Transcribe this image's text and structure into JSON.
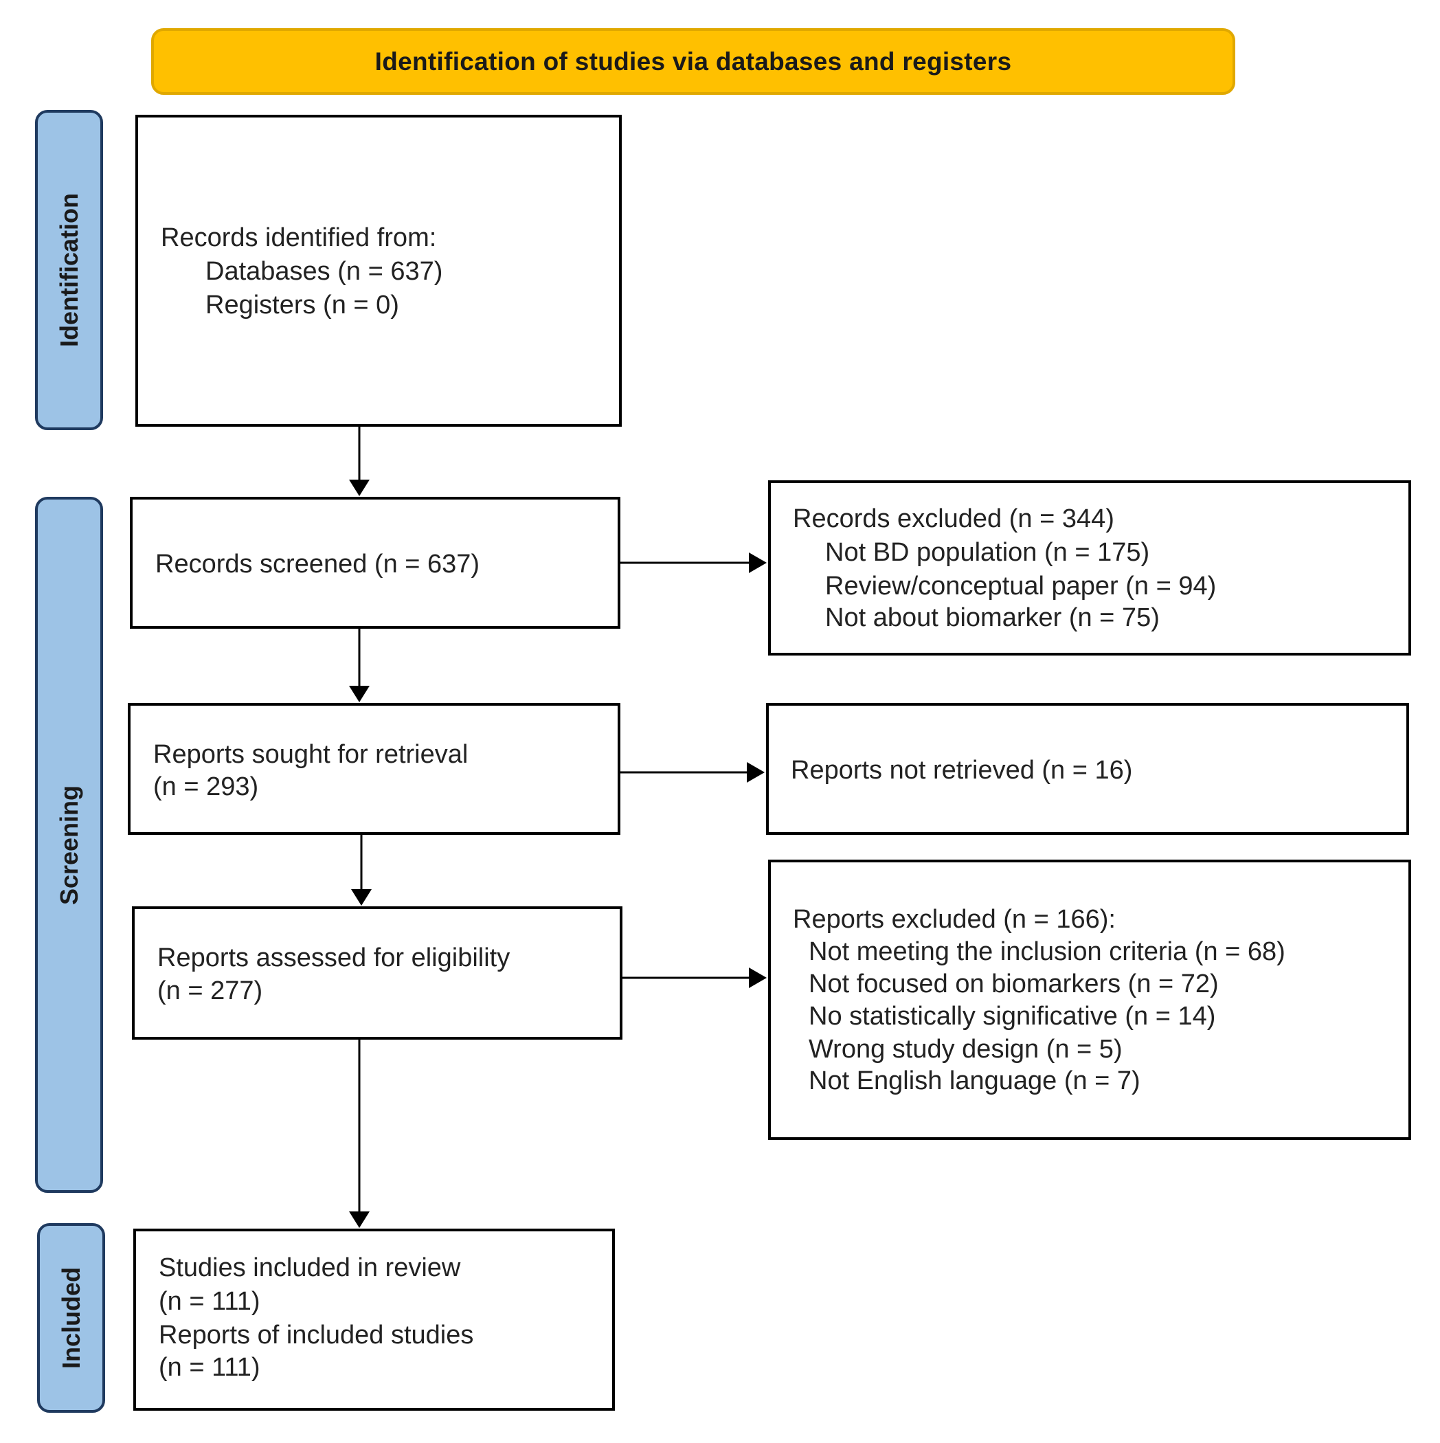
{
  "header": {
    "title": "Identification of studies via databases and registers"
  },
  "phases": {
    "identification": "Identification",
    "screening": "Screening",
    "included": "Included"
  },
  "boxes": {
    "records_identified": {
      "title": "Records identified from:",
      "databases": "Databases (n = 637)",
      "registers": "Registers (n = 0)"
    },
    "records_screened": {
      "title": "Records screened (n = 637)"
    },
    "records_excluded": {
      "title": "Records excluded (n = 344)",
      "items": [
        "Not BD population (n = 175)",
        "Review/conceptual paper (n = 94)",
        "Not about biomarker (n = 75)"
      ]
    },
    "reports_sought": {
      "title": "Reports sought for retrieval",
      "count": "(n = 293)"
    },
    "reports_not_retrieved": {
      "title": "Reports not retrieved (n = 16)"
    },
    "reports_assessed": {
      "title": "Reports assessed for eligibility",
      "count": "(n = 277)"
    },
    "reports_excluded": {
      "title": "Reports excluded (n = 166):",
      "items": [
        "Not meeting the inclusion criteria (n = 68)",
        "Not focused on biomarkers (n = 72)",
        "No statistically significative (n = 14)",
        "Wrong study design (n = 5)",
        "Not English language (n = 7)"
      ]
    },
    "studies_included": {
      "title": "Studies included in review",
      "count": "(n = 111)",
      "reports_title": "Reports of included studies",
      "reports_count": "(n = 111)"
    }
  },
  "colors": {
    "header_fill": "#ffc000",
    "phase_fill": "#9dc3e6",
    "phase_border": "#1f3a5f",
    "box_border": "#000000"
  }
}
